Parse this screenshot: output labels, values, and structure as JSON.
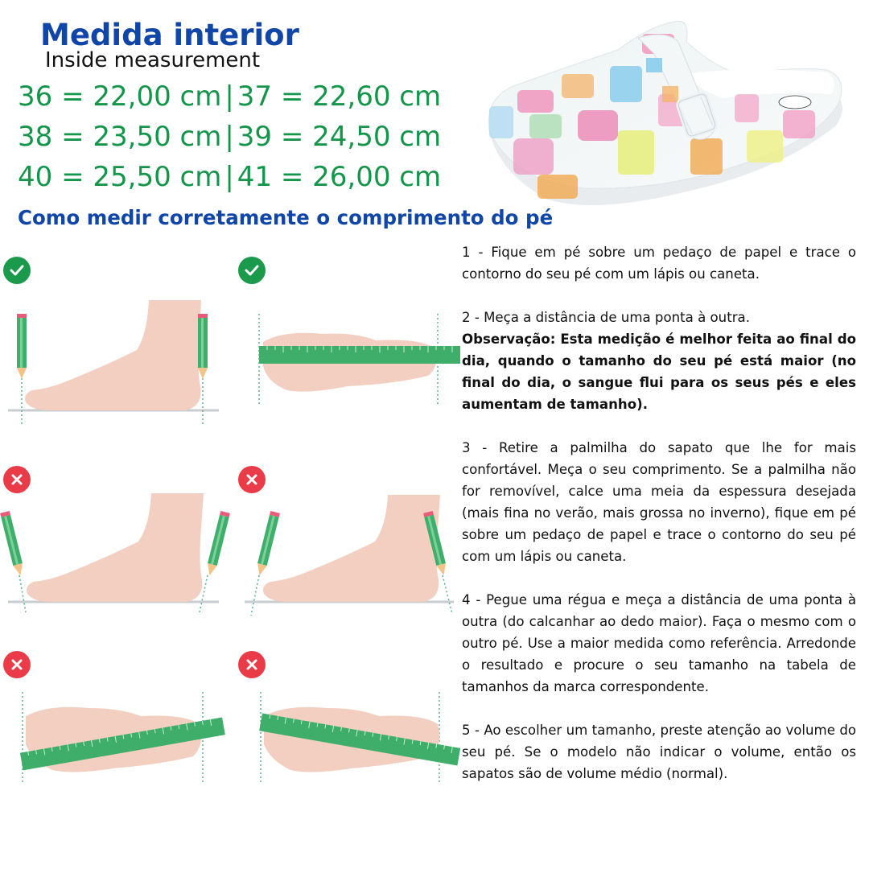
{
  "header": {
    "title": "Medida interior",
    "subtitle": "Inside measurement"
  },
  "size_table": [
    {
      "left": "36 = 22,00 cm",
      "right": "37 = 22,60 cm"
    },
    {
      "left": "38 = 23,50 cm",
      "right": "39 = 24,50 cm"
    },
    {
      "left": "40 = 25,50 cm",
      "right": "41 = 26,00 cm"
    }
  ],
  "separator": "|",
  "how_to_title": "Como medir corretamente o comprimento do pé",
  "product_image": {
    "name": "printed-clog-shoe-icon"
  },
  "panels": [
    {
      "status": "correct",
      "icon": "check-icon",
      "scene": "side-view-vertical-pencils"
    },
    {
      "status": "correct",
      "icon": "check-icon",
      "scene": "top-view-straight-ruler"
    },
    {
      "status": "wrong",
      "icon": "cross-icon",
      "scene": "side-view-pencils-tilted-inward"
    },
    {
      "status": "wrong",
      "icon": "cross-icon",
      "scene": "side-view-pencils-tilted-outward"
    },
    {
      "status": "wrong",
      "icon": "cross-icon",
      "scene": "top-view-ruler-tilted-up"
    },
    {
      "status": "wrong",
      "icon": "cross-icon",
      "scene": "top-view-ruler-tilted-down"
    }
  ],
  "steps": [
    {
      "text": "1 - Fique em pé sobre um pedaço de papel e trace o contorno do seu pé com um lápis ou caneta."
    },
    {
      "text": "2 - Meça a distância de uma ponta à outra.",
      "note": "Observação: Esta medição é melhor feita ao final do dia, quando o tamanho do seu pé está maior (no final do dia, o sangue flui para os seus pés e eles aumentam de tamanho)."
    },
    {
      "text": "3 - Retire a palmilha do sapato que lhe for mais confortável. Meça o seu comprimento. Se a palmilha não for removível, calce uma meia da espessura desejada (mais fina no verão, mais grossa no inverno), fique em pé sobre um pedaço de papel e trace o contorno do seu pé com um lápis ou caneta."
    },
    {
      "text": "4 - Pegue uma régua e meça a distância de uma ponta à outra (do calcanhar ao dedo maior). Faça o mesmo com o outro pé. Use a maior medida como referência. Arredonde o resultado e procure o seu tamanho na tabela de tamanhos da marca correspondente."
    },
    {
      "text": "5 - Ao escolher um tamanho, preste atenção ao volume do seu pé. Se o modelo não indicar o volume, então os sapatos são de volume médio (normal)."
    }
  ],
  "colors": {
    "title_blue": "#1046a8",
    "size_green": "#13964a",
    "ok_green": "#1b9a4b",
    "bad_red": "#ea3b48",
    "foot_skin": "#f2cfc0",
    "ruler_green": "#3fae6a"
  }
}
